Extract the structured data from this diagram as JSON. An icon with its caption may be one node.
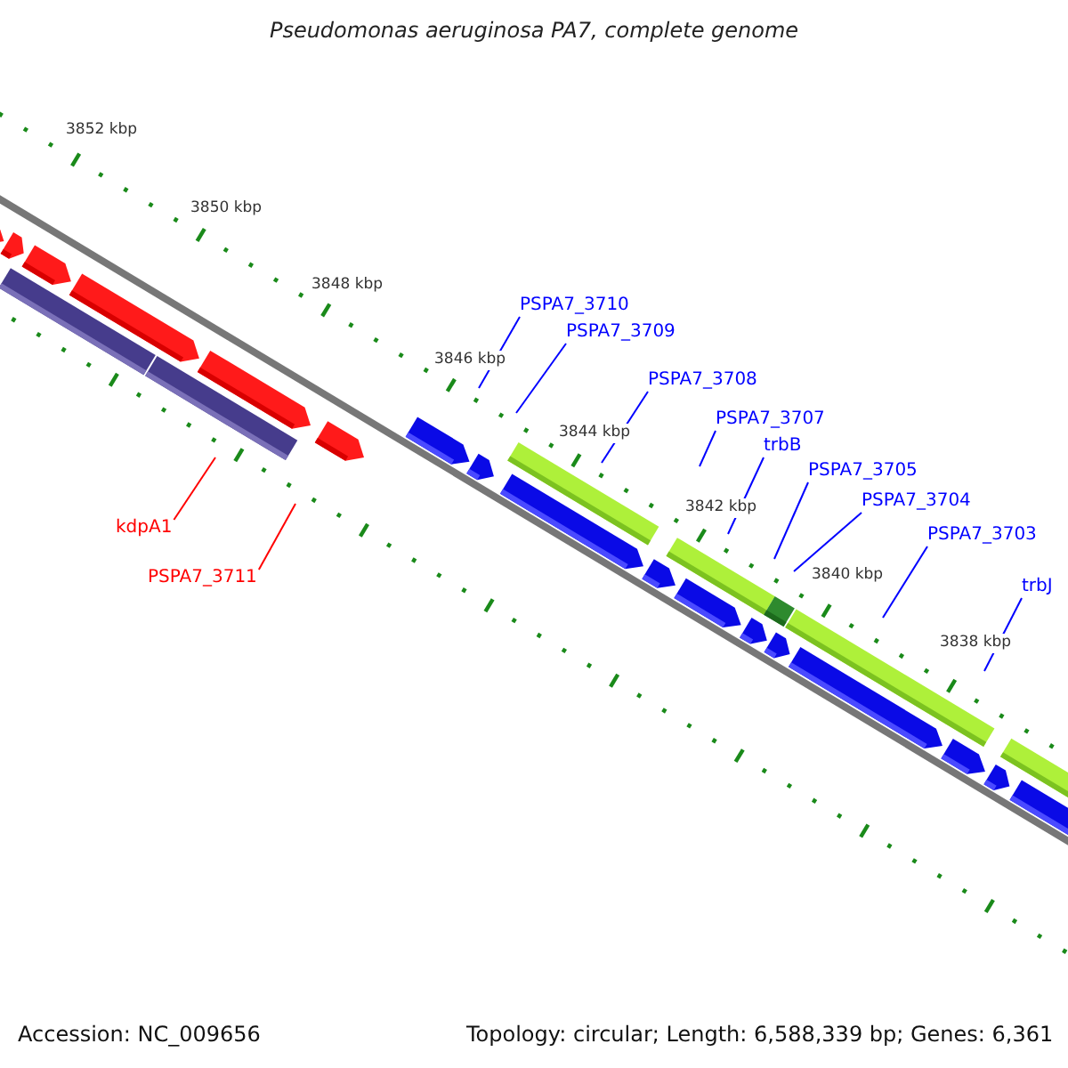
{
  "diagram": {
    "title": "Pseudomonas aeruginosa PA7, complete genome",
    "nodes": [
      {
        "text": [
          "PSPA7_3710"
        ]
      },
      {
        "text": [
          "PSPA7_3709"
        ]
      },
      {
        "text": [
          "PSPA7_3708"
        ]
      },
      {
        "text": [
          "PSPA7_3707"
        ]
      },
      {
        "text": [
          "trbB"
        ]
      },
      {
        "text": [
          "PSPA7_3705"
        ]
      },
      {
        "text": [
          "PSPA7_3704"
        ]
      },
      {
        "text": [
          "PSPA7_3703"
        ]
      },
      {
        "text": [
          "trbJ"
        ]
      },
      {
        "text": [
          "kdpA1"
        ]
      },
      {
        "text": [
          "PSPA7_3711"
        ]
      }
    ],
    "edges": [
      {
        "from": 0,
        "to": null,
        "arrow": "none"
      },
      {
        "from": 1,
        "to": null,
        "arrow": "none"
      },
      {
        "from": 2,
        "to": null,
        "arrow": "none"
      },
      {
        "from": 3,
        "to": null,
        "arrow": "none"
      },
      {
        "from": 4,
        "to": null,
        "arrow": "none"
      },
      {
        "from": 5,
        "to": null,
        "arrow": "none"
      },
      {
        "from": 6,
        "to": null,
        "arrow": "none"
      },
      {
        "from": 7,
        "to": null,
        "arrow": "none"
      },
      {
        "from": 8,
        "to": null,
        "arrow": "none"
      },
      {
        "from": 9,
        "to": null,
        "arrow": "none",
        "color": "#ff0000"
      },
      {
        "from": 10,
        "to": null,
        "arrow": "none",
        "color": "#ff0000"
      }
    ],
    "labels": [
      "3852 kbp",
      "3850 kbp",
      "3848 kbp",
      "3846 kbp",
      "3844 kbp",
      "3842 kbp",
      "3840 kbp",
      "3838 kbp",
      "Accession: NC_009656",
      "Topology: circular; Length: 6,588,339 bp; Genes: 6,361"
    ]
  }
}
